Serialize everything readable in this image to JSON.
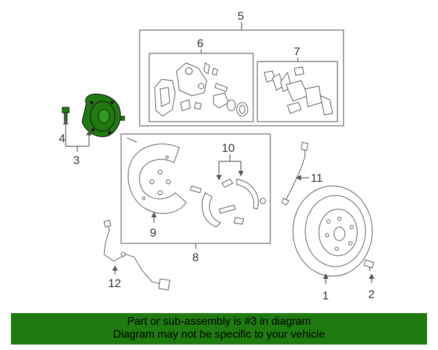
{
  "labels": {
    "l1": "1",
    "l2": "2",
    "l3": "3",
    "l4": "4",
    "l5": "5",
    "l6": "6",
    "l7": "7",
    "l8": "8",
    "l9": "9",
    "l10": "10",
    "l11": "11",
    "l12": "12"
  },
  "colors": {
    "highlight": "#1f7a0f",
    "banner": "#1f7a0f",
    "line": "#555555"
  },
  "banner": {
    "line1": "Part or sub-assembly is #3 in diagram",
    "line2": "Diagram may not be specific to your vehicle"
  }
}
